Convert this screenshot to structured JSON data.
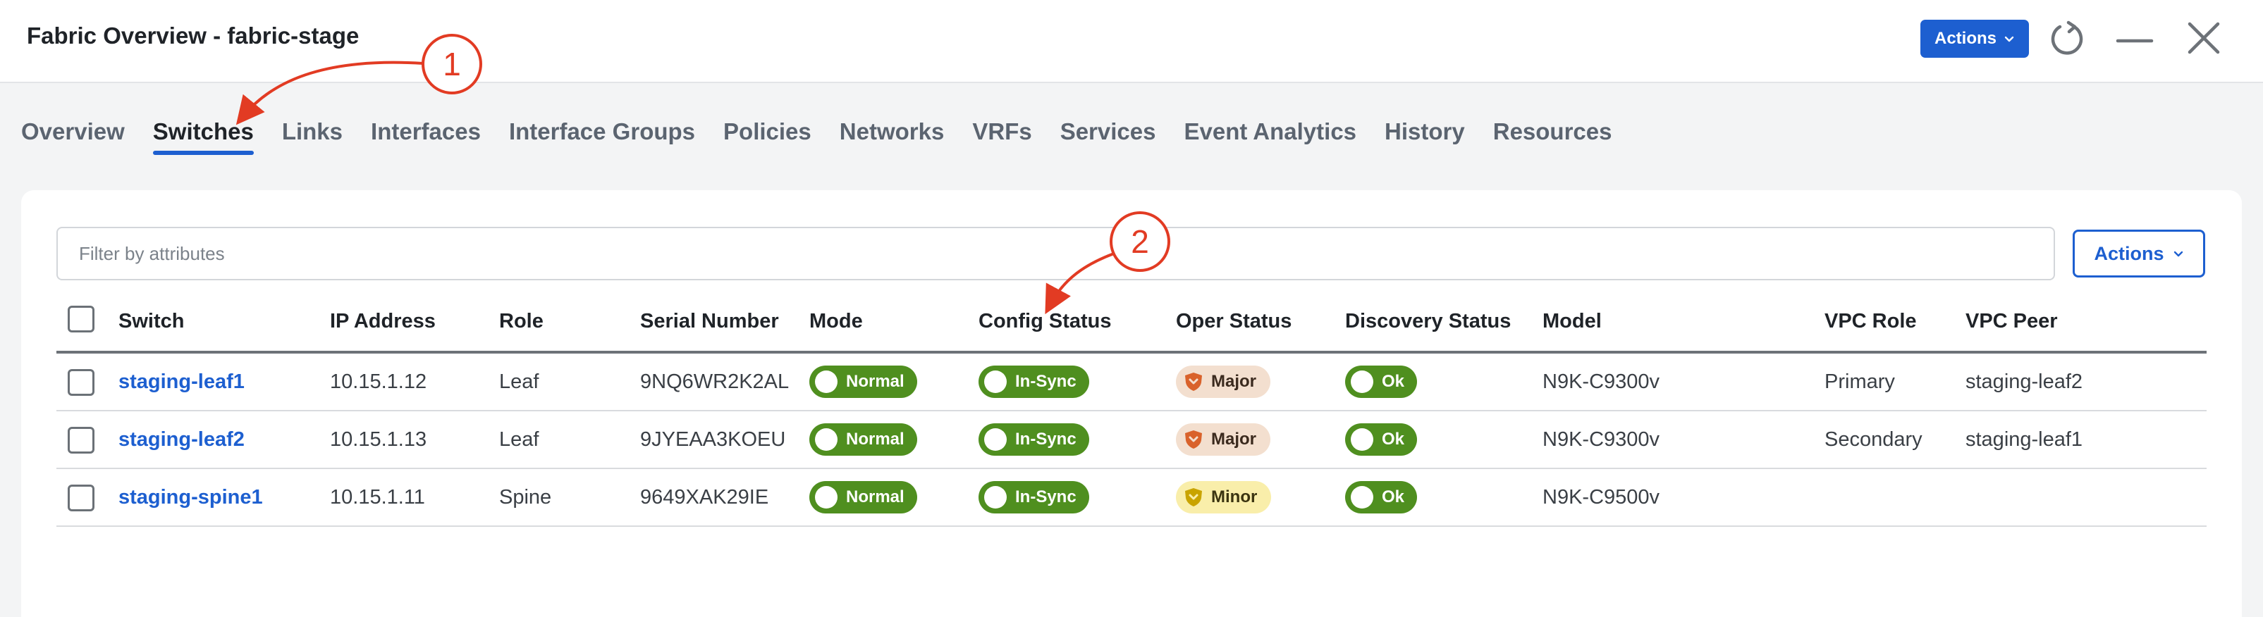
{
  "window": {
    "title": "Fabric Overview - fabric-stage",
    "actions_label": "Actions",
    "refresh_icon": "refresh-icon",
    "minimize_icon": "minimize-icon",
    "close_icon": "close-icon"
  },
  "tabs": [
    {
      "label": "Overview"
    },
    {
      "label": "Switches",
      "active": true
    },
    {
      "label": "Links"
    },
    {
      "label": "Interfaces"
    },
    {
      "label": "Interface Groups"
    },
    {
      "label": "Policies"
    },
    {
      "label": "Networks"
    },
    {
      "label": "VRFs"
    },
    {
      "label": "Services"
    },
    {
      "label": "Event Analytics"
    },
    {
      "label": "History"
    },
    {
      "label": "Resources"
    }
  ],
  "filter": {
    "placeholder": "Filter by attributes",
    "value": ""
  },
  "panel": {
    "actions_label": "Actions"
  },
  "table": {
    "columns": [
      "Switch",
      "IP Address",
      "Role",
      "Serial Number",
      "Mode",
      "Config Status",
      "Oper Status",
      "Discovery Status",
      "Model",
      "VPC Role",
      "VPC Peer"
    ],
    "rows": [
      {
        "switch": "staging-leaf1",
        "ip": "10.15.1.12",
        "role": "Leaf",
        "serial": "9NQ6WR2K2AL",
        "mode": "Normal",
        "config": "In-Sync",
        "oper": "Major",
        "discovery": "Ok",
        "model": "N9K-C9300v",
        "vpc_role": "Primary",
        "vpc_peer": "staging-leaf2"
      },
      {
        "switch": "staging-leaf2",
        "ip": "10.15.1.13",
        "role": "Leaf",
        "serial": "9JYEAA3KOEU",
        "mode": "Normal",
        "config": "In-Sync",
        "oper": "Major",
        "discovery": "Ok",
        "model": "N9K-C9300v",
        "vpc_role": "Secondary",
        "vpc_peer": "staging-leaf1"
      },
      {
        "switch": "staging-spine1",
        "ip": "10.15.1.11",
        "role": "Spine",
        "serial": "9649XAK29IE",
        "mode": "Normal",
        "config": "In-Sync",
        "oper": "Minor",
        "discovery": "Ok",
        "model": "N9K-C9500v",
        "vpc_role": "",
        "vpc_peer": ""
      }
    ]
  },
  "annotations": [
    {
      "number": "1"
    },
    {
      "number": "2"
    }
  ],
  "colors": {
    "accent": "#1d5fd0",
    "status_green": "#4f8f1f",
    "major_bg": "#f3dfcf",
    "major_icon": "#d9622b",
    "minor_bg": "#f9eeaa",
    "minor_icon": "#c9a400",
    "annotation_red": "#e23b23"
  }
}
